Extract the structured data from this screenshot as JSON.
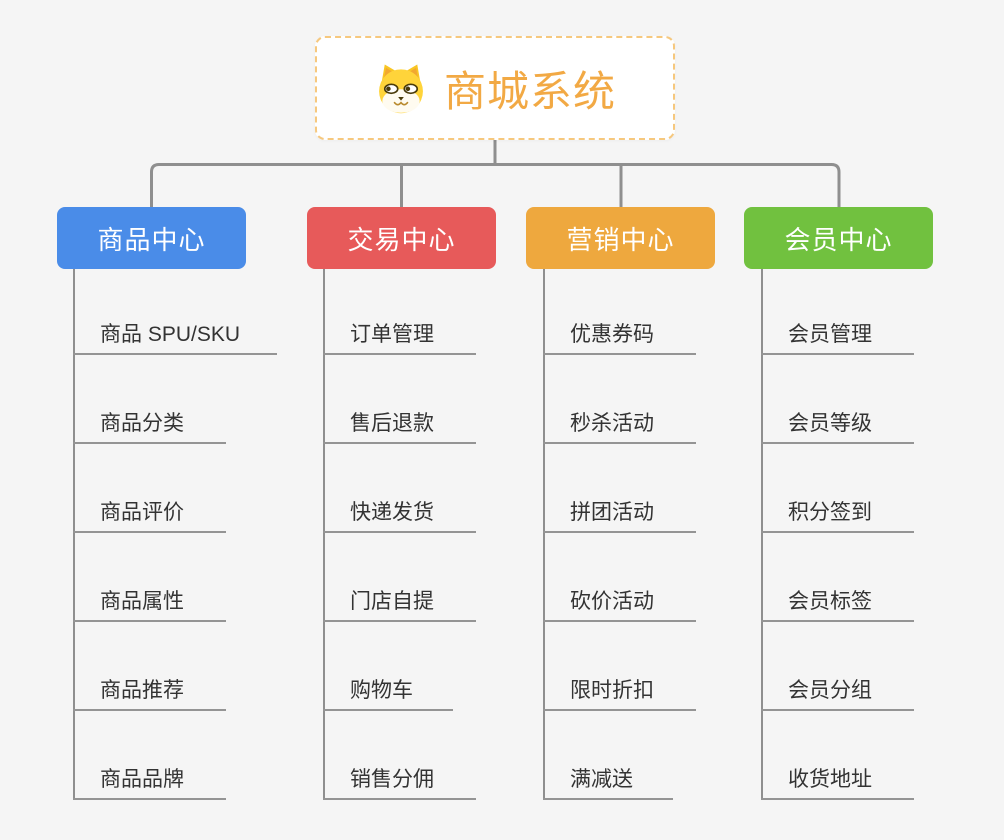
{
  "page": {
    "background_color": "#F5F5F5",
    "connector_color": "#8F8F8F",
    "underline_color": "#949494",
    "leaf_text_color": "#333333"
  },
  "root": {
    "title": "商城系统",
    "title_color": "#F2A944",
    "border_color": "#F6C87E",
    "icon": "dog-face-icon"
  },
  "branches": [
    {
      "label": "商品中心",
      "color": "#4A8CE8",
      "children": [
        "商品 SPU/SKU",
        "商品分类",
        "商品评价",
        "商品属性",
        "商品推荐",
        "商品品牌"
      ]
    },
    {
      "label": "交易中心",
      "color": "#E75A5A",
      "children": [
        "订单管理",
        "售后退款",
        "快递发货",
        "门店自提",
        "购物车",
        "销售分佣"
      ]
    },
    {
      "label": "营销中心",
      "color": "#EEA83E",
      "children": [
        "优惠券码",
        "秒杀活动",
        "拼团活动",
        "砍价活动",
        "限时折扣",
        "满减送"
      ]
    },
    {
      "label": "会员中心",
      "color": "#71C13F",
      "children": [
        "会员管理",
        "会员等级",
        "积分签到",
        "会员标签",
        "会员分组",
        "收货地址"
      ]
    }
  ]
}
